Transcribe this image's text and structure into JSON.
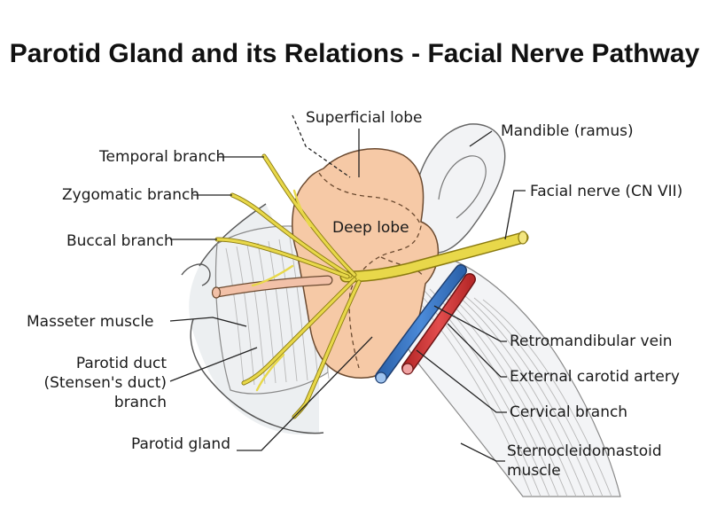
{
  "title": "Parotid Gland and its Relations - Facial Nerve Pathway",
  "labels": {
    "superficial_lobe": "Superficial lobe",
    "deep_lobe": "Deep lobe",
    "mandible": "Mandible (ramus)",
    "temporal_branch": "Temporal branch",
    "zygomatic_branch": "Zygomatic branch",
    "buccal_branch": "Buccal branch",
    "facial_nerve": "Facial nerve (CN VII)",
    "masseter_muscle": "Masseter muscle",
    "parotid_duct_line1": "Parotid duct",
    "parotid_duct_line2": "(Stensen's duct)",
    "parotid_duct_line3": "branch",
    "retromandibular_vein": "Retromandibular vein",
    "external_carotid_artery": "External carotid artery",
    "cervical_branch": "Cervical branch",
    "parotid_gland": "Parotid gland",
    "scm_line1": "Sternocleidomastoid",
    "scm_line2": "muscle"
  },
  "colors": {
    "gland": "#f6c9a6",
    "gland_dark": "#eeb88e",
    "nerve": "#e8d84a",
    "vein": "#3a78c9",
    "artery": "#d93a3a",
    "duct": "#f2c1a8",
    "face": "#e9ecee"
  }
}
